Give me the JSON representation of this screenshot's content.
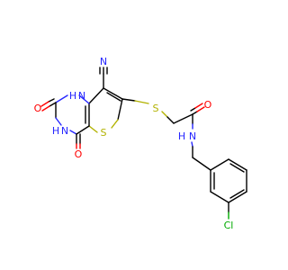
{
  "colors": {
    "carbon": "#000000",
    "nitrogen": "#2626ff",
    "oxygen": "#ff0000",
    "sulfur": "#b2b200",
    "chlorine": "#00aa00",
    "background": "#ffffff"
  },
  "atoms": {
    "n_nitrile": "N",
    "n_h1_n": "N",
    "n_h1_h": "H",
    "n_h3_n": "N",
    "n_h3_h": "H",
    "n_amide_n": "N",
    "n_amide_h": "H",
    "o_c2": "O",
    "o_c4": "O",
    "o_amide": "O",
    "s_ring": "S",
    "s_thioether": "S",
    "cl": "Cl"
  }
}
